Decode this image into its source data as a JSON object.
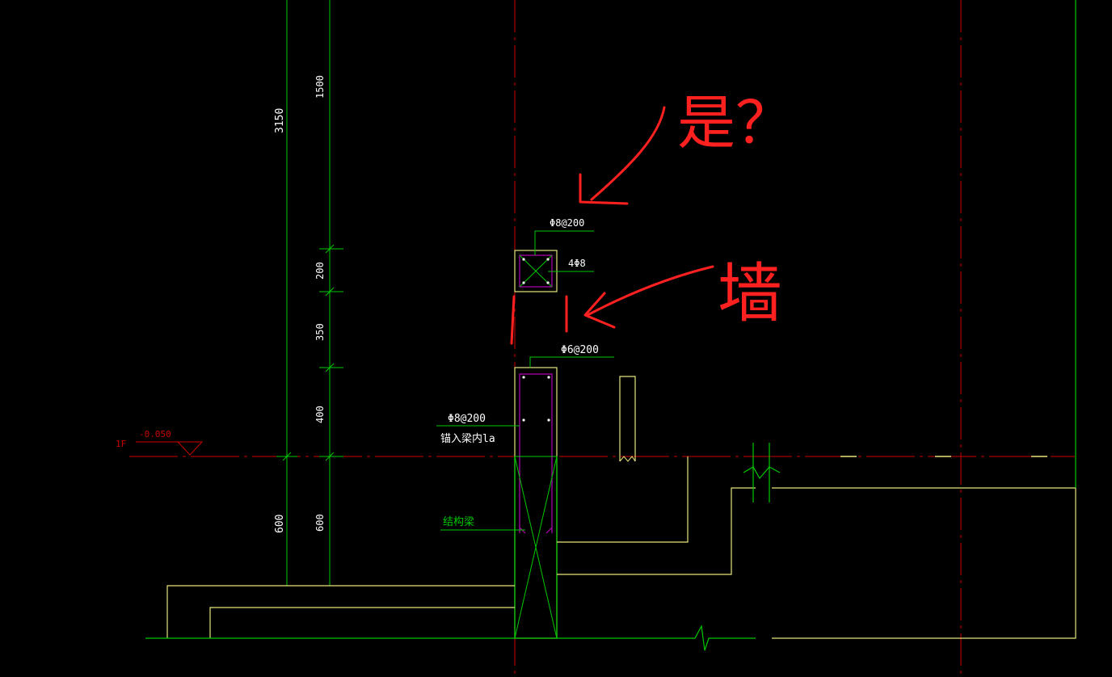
{
  "colors": {
    "background": "#000000",
    "dimension_line": "#00c800",
    "axis_line": "#c80000",
    "outline": "#e6e67a",
    "rebar": "#b400b4",
    "rebar_cross": "#00c800",
    "annotation": "#ff0000",
    "label_text": "#ffffff",
    "level_label": "#c80000"
  },
  "dimensions": {
    "total_height": "3150",
    "upper_height": "1500",
    "d200": "200",
    "d350": "350",
    "d400": "400",
    "left_600": "600",
    "right_600": "600"
  },
  "level": {
    "floor": "1F",
    "elevation": "-0.050"
  },
  "labels": {
    "top_stirrup": "Φ8@200",
    "top_main": "4Φ8",
    "mid_stirrup": "Φ6@200",
    "left_stirrup": "Φ8@200",
    "anchor_note": "锚入梁内la",
    "structural_beam": "结构梁"
  },
  "annotations": {
    "question": "是？",
    "wall": "墙"
  }
}
